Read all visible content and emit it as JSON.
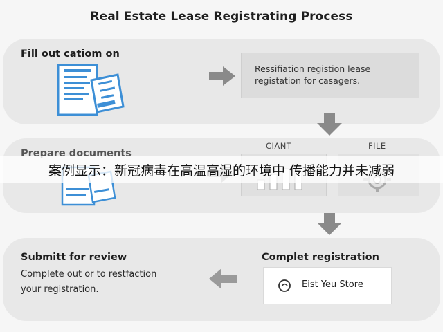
{
  "title": "Real Estate Lease Registrating Process",
  "steps": {
    "fill_out": {
      "title": "Fill out catiom on",
      "box_line1": "Ressifiation registion lease",
      "box_line2": "registation for casagers."
    },
    "prepare": {
      "title": "Prepare documents",
      "label_left": "CIANT",
      "label_right": "FILE"
    },
    "submit": {
      "title": "Submitt for review",
      "line1": "Complete out or to restfaction",
      "line2": "your registration."
    },
    "complete": {
      "title": "Complet registration",
      "button_label": "Eist Yeu Store"
    }
  },
  "overlay_caption": "案例显示：新冠病毒在高温高湿的环境中 传播能力并未减弱",
  "colors": {
    "panel": "#e8e8e8",
    "arrow": "#8a8a8a",
    "doc_blue": "#3d8fd6"
  },
  "icons": {
    "documents": "documents-icon",
    "arrow_right": "arrow-right-icon",
    "arrow_down": "arrow-down-icon",
    "arrow_left": "arrow-left-icon",
    "chart": "bar-chart-icon",
    "gear": "gear-icon",
    "search": "search-icon"
  }
}
